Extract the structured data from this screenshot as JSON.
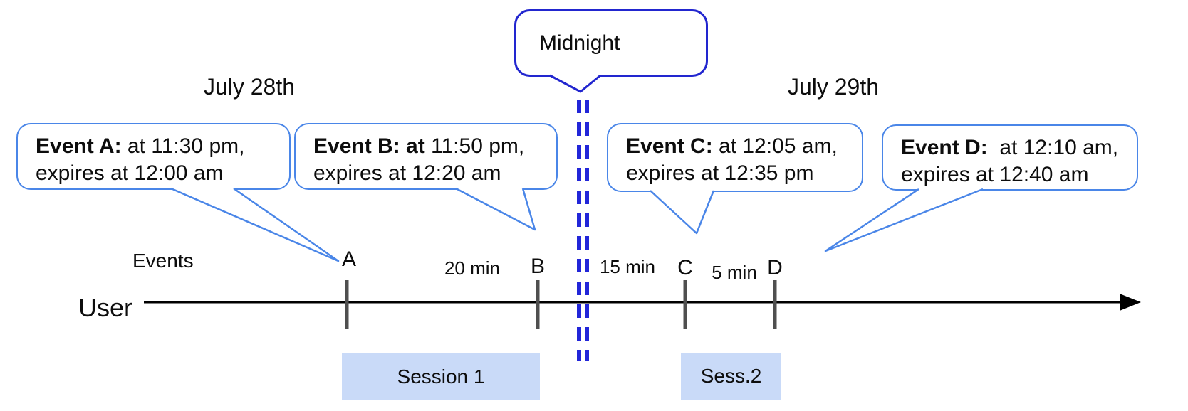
{
  "diagram": {
    "dates": {
      "july28": "July 28th",
      "july29": "July 29th"
    },
    "midnight": {
      "label": "Midnight"
    },
    "axis": {
      "events_label": "Events",
      "user_label": "User"
    },
    "callouts": [
      {
        "id": "A",
        "bold": "Event A:",
        "rest": " at 11:30 pm,",
        "line2": "expires at 12:00 am"
      },
      {
        "id": "B",
        "bold": "Event B: at",
        "rest": " 11:50 pm,",
        "line2": "expires at 12:20 am"
      },
      {
        "id": "C",
        "bold": "Event C:",
        "rest": " at 12:05 am,",
        "line2": "expires at 12:35 pm"
      },
      {
        "id": "D",
        "bold": "Event D:",
        "rest": "  at 12:10 am,",
        "line2": "expires at 12:40 am"
      }
    ],
    "tick_labels": [
      "A",
      "B",
      "C",
      "D"
    ],
    "gap_labels": [
      "20 min",
      "15 min",
      "5 min"
    ],
    "sessions": [
      {
        "label": "Session 1"
      },
      {
        "label": "Sess.2"
      }
    ],
    "colors": {
      "callout_border": "#4a86e8",
      "midnight_border": "#2226cf",
      "dashed_line": "#2226d9",
      "session_fill": "#c9daf8",
      "tick": "#4f4f4f",
      "timeline": "#000000"
    }
  }
}
